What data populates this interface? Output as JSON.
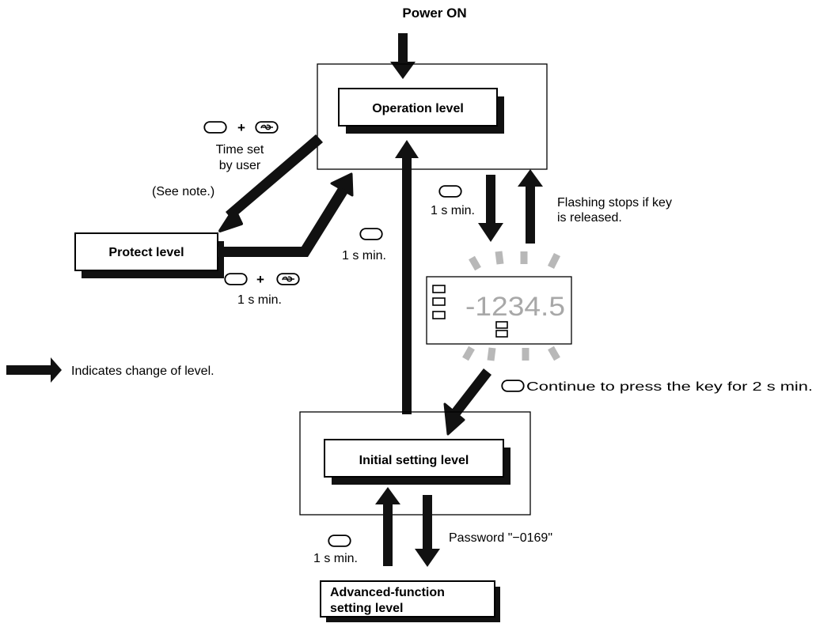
{
  "power_on": "Power ON",
  "levels": {
    "operation": "Operation level",
    "protect": "Protect level",
    "initial": "Initial setting level",
    "advanced_line1": "Advanced-function",
    "advanced_line2": "setting level"
  },
  "transitions": {
    "to_protect_plus": "+",
    "to_protect_time1": "Time set",
    "to_protect_time2": "by user",
    "see_note": "(See note.)",
    "from_protect_plus": "+",
    "from_protect_time": "1 s min.",
    "initial_to_operation_time": "1 s min.",
    "operation_to_display_time": "1 s min.",
    "flashing_line1": "Flashing stops if key",
    "flashing_line2": "is released.",
    "continue_press": "Continue to press the key for 2 s min.",
    "password": "Password \"−0169\"",
    "advanced_to_initial_time": "1 s min."
  },
  "display": {
    "value": "-1234.5"
  },
  "legend": {
    "text": "Indicates change of level."
  },
  "colors": {
    "arrow": "#111111",
    "flash_rays": "#b8b8b8",
    "display_digits": "#a8a8a8"
  },
  "icons": [
    "level-key-icon",
    "mode-key-icon"
  ]
}
